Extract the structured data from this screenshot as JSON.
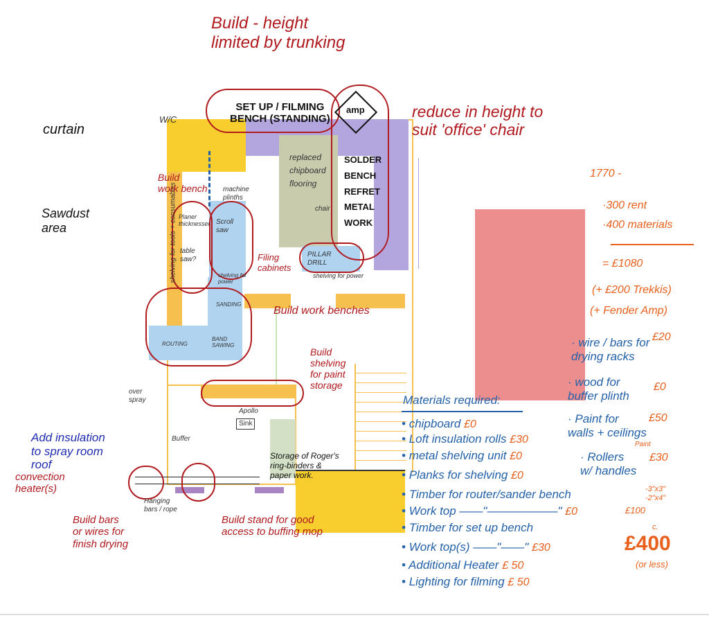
{
  "colors": {
    "yellow": "#F8CE2E",
    "orange": "#F5C04E",
    "purple": "#B3A6DE",
    "olive": "#C9CBAD",
    "blue": "#B0D3F0",
    "green": "#D3E0C5",
    "pink": "#EC8E8E",
    "purple_bar": "#A984C2"
  },
  "annotations": {
    "build_height": "Build - height\nlimited by trunking",
    "reduce_height": "reduce in height to\nsuit 'office' chair",
    "curtain": "curtain",
    "sawdust_area": "Sawdust\narea",
    "shelving_vertical": "shelving for tools + consumables",
    "wc": "W/C",
    "build_work_bench": "Build\nwork bench",
    "filing_cabinets": "Filing\ncabinets",
    "build_work_benches": "Build work benches",
    "build_shelving_paint": "Build\nshelving\nfor paint\nstorage",
    "add_insulation": "Add insulation\nto spray room\nroof",
    "convection_heater": "convection\nheater(s)",
    "build_bars": "Build bars\nor wires for\nfinish drying",
    "build_stand": "Build stand for good\naccess to buffing mop"
  },
  "plan_labels": {
    "setup_bench": "SET UP / FILMING\nBENCH (STANDING)",
    "amp": "amp",
    "solder_bench": "SOLDER\nBENCH\nREFRET\nMETAL\nWORK",
    "replaced_flooring": "replaced\nchipboard\nflooring",
    "chair": "chair",
    "machine_plinths": "machine\nplinths",
    "planer": "Planer\nthicknesser",
    "table_saw": "table\nsaw?",
    "scroll_saw": "Scroll\nsaw",
    "pillar_drill": "PILLAR\nDRILL",
    "shelving_power_1": "shelving for\npower",
    "shelving_power_2": "shelving for power",
    "sanding": "SANDING",
    "routing": "ROUTING",
    "band_sawing": "BAND\nSAWING",
    "over_spray": "over\nspray",
    "apollo": "Apollo",
    "sink": "Sink",
    "buffer": "Buffer",
    "hanging_bars": "Hanging\nbars / rope",
    "storage_roger": "Storage of Roger's\nring-binders &\npaper work."
  },
  "budget": {
    "total": "1770 -",
    "rent": "·300 rent",
    "materials": "·400 materials",
    "equals": "= £1080",
    "trekkis": "(+ £200 Trekkis)",
    "fender": "(+ Fender Amp)"
  },
  "materials": {
    "heading": "Materials required:",
    "items": [
      {
        "label": "chipboard",
        "cost": "£0"
      },
      {
        "label": "Loft insulation rolls",
        "cost": "£30"
      },
      {
        "label": "metal shelving unit",
        "cost": "£0"
      },
      {
        "label": "Planks for shelving",
        "cost": "£0"
      },
      {
        "label": "Timber for router/sander bench",
        "cost": ""
      },
      {
        "label": "Work top ——\"——————\"",
        "cost": "£0"
      },
      {
        "label": "Timber for set up bench",
        "cost": ""
      },
      {
        "label": "Work top(s) ——\"——\"",
        "cost": "£30"
      },
      {
        "label": "Additional Heater",
        "cost": "£ 50"
      },
      {
        "label": "Lighting for filming",
        "cost": "£ 50"
      }
    ],
    "right_items": [
      {
        "label": "· wire / bars for\ndrying racks",
        "cost": "£20"
      },
      {
        "label": "· wood for\nbuffer plinth",
        "cost": "£0"
      },
      {
        "label": "· Paint for\nwalls + ceilings",
        "cost": "£50"
      },
      {
        "label": "· Rollers\nw/ handles",
        "cost": "£30",
        "note": "Paint"
      }
    ],
    "timber_sizes": "-3\"x3\"\n-2\"x4\"",
    "timber_cost": "£100",
    "grand_total": "£400",
    "grand_total_prefix": "c.",
    "grand_total_note": "(or less)"
  }
}
